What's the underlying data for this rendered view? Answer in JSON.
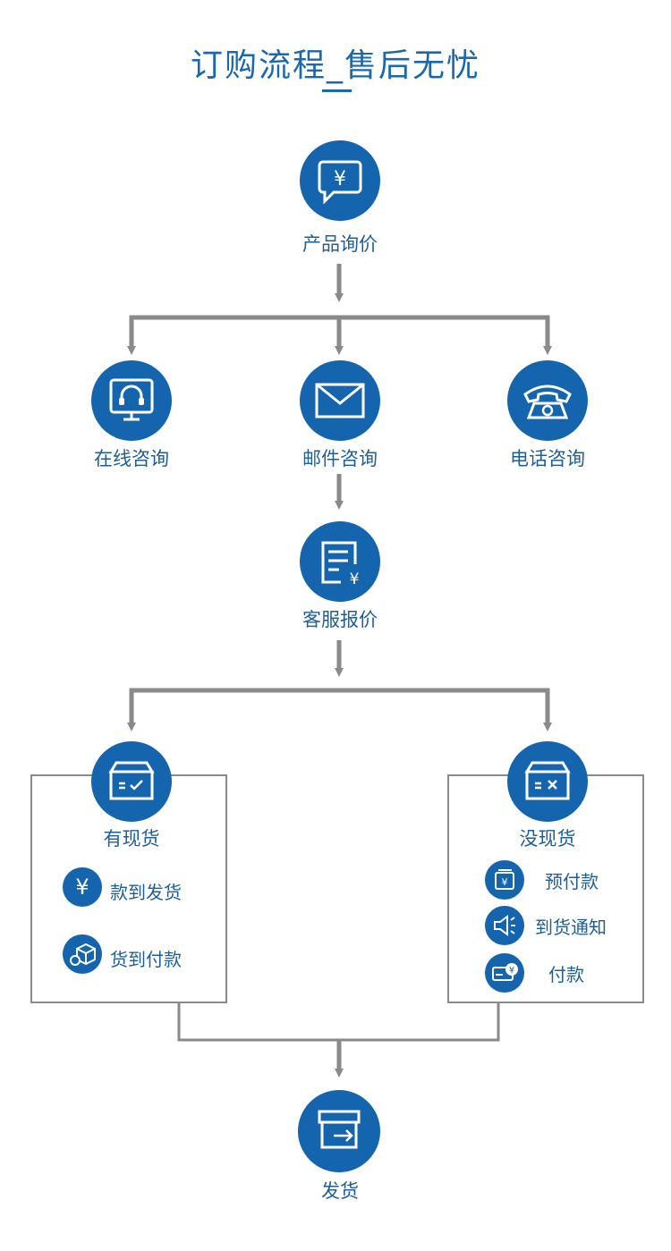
{
  "title": "订购流程_售后无忧",
  "colors": {
    "primary": "#1564ae",
    "text": "#1f5f96",
    "line": "#8a8a8a"
  },
  "steps": {
    "inquiry": {
      "label": "产品询价",
      "icon": "yen-chat-icon"
    },
    "online": {
      "label": "在线咨询",
      "icon": "headset-monitor-icon"
    },
    "email": {
      "label": "邮件咨询",
      "icon": "envelope-icon"
    },
    "phone": {
      "label": "电话咨询",
      "icon": "telephone-icon"
    },
    "quote": {
      "label": "客服报价",
      "icon": "price-document-icon"
    },
    "ship": {
      "label": "发货",
      "icon": "box-arrow-icon"
    }
  },
  "in_stock": {
    "label": "有现货",
    "icon": "box-check-icon",
    "options": [
      {
        "label": "款到发货",
        "icon": "yen-icon"
      },
      {
        "label": "货到付款",
        "icon": "package-icon"
      }
    ]
  },
  "out_of_stock": {
    "label": "没现货",
    "icon": "box-x-icon",
    "options": [
      {
        "label": "预付款",
        "icon": "wallet-icon"
      },
      {
        "label": "到货通知",
        "icon": "speaker-icon"
      },
      {
        "label": "付款",
        "icon": "card-coin-icon"
      }
    ]
  }
}
